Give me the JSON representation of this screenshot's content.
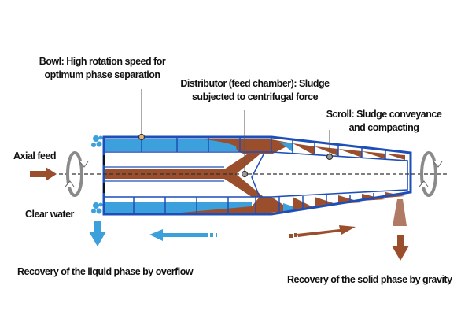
{
  "labels": {
    "bowl": [
      "Bowl: High rotation speed for",
      "optimum phase separation"
    ],
    "distributor": [
      "Distributor (feed chamber): Sludge",
      "subjected to centrifugal force"
    ],
    "scroll": [
      "Scroll: Sludge conveyance",
      "and compacting"
    ],
    "axial_feed": "Axial feed",
    "clear_water": "Clear water",
    "liquid_recovery": "Recovery of the liquid phase by overflow",
    "solid_recovery": "Recovery of the solid phase by gravity"
  },
  "colors": {
    "bowl_blue": "#1e4fb8",
    "liquid_blue": "#3ca0dc",
    "sludge_brown": "#9a4e2c",
    "rotation_gray": "#8a8a8a",
    "axis_dash": "#333333"
  }
}
